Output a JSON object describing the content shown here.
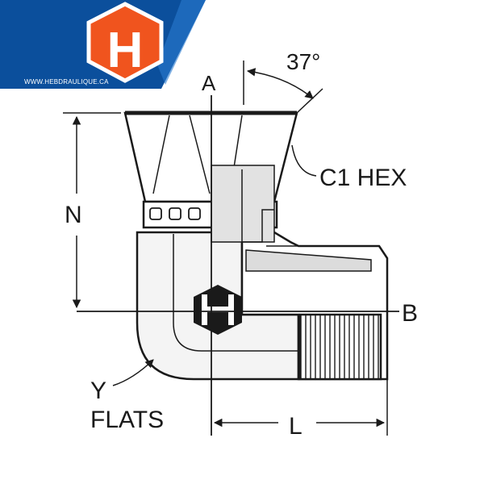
{
  "brand": {
    "logo_letter": "H",
    "url": "WWW.HEBDRAULIQUE.CA",
    "colors": {
      "banner": "#0b4f9c",
      "banner_light": "#2a7bd0",
      "hex": "#f0541e"
    }
  },
  "diagram": {
    "angle_label": "37°",
    "axis_a": "A",
    "axis_b": "B",
    "hex_label": "C1 HEX",
    "dim_n": "N",
    "dim_l": "L",
    "flats_y": "Y",
    "flats_label": "FLATS"
  },
  "colors": {
    "line": "#1a1a1a",
    "body_shade": "#ececec"
  }
}
